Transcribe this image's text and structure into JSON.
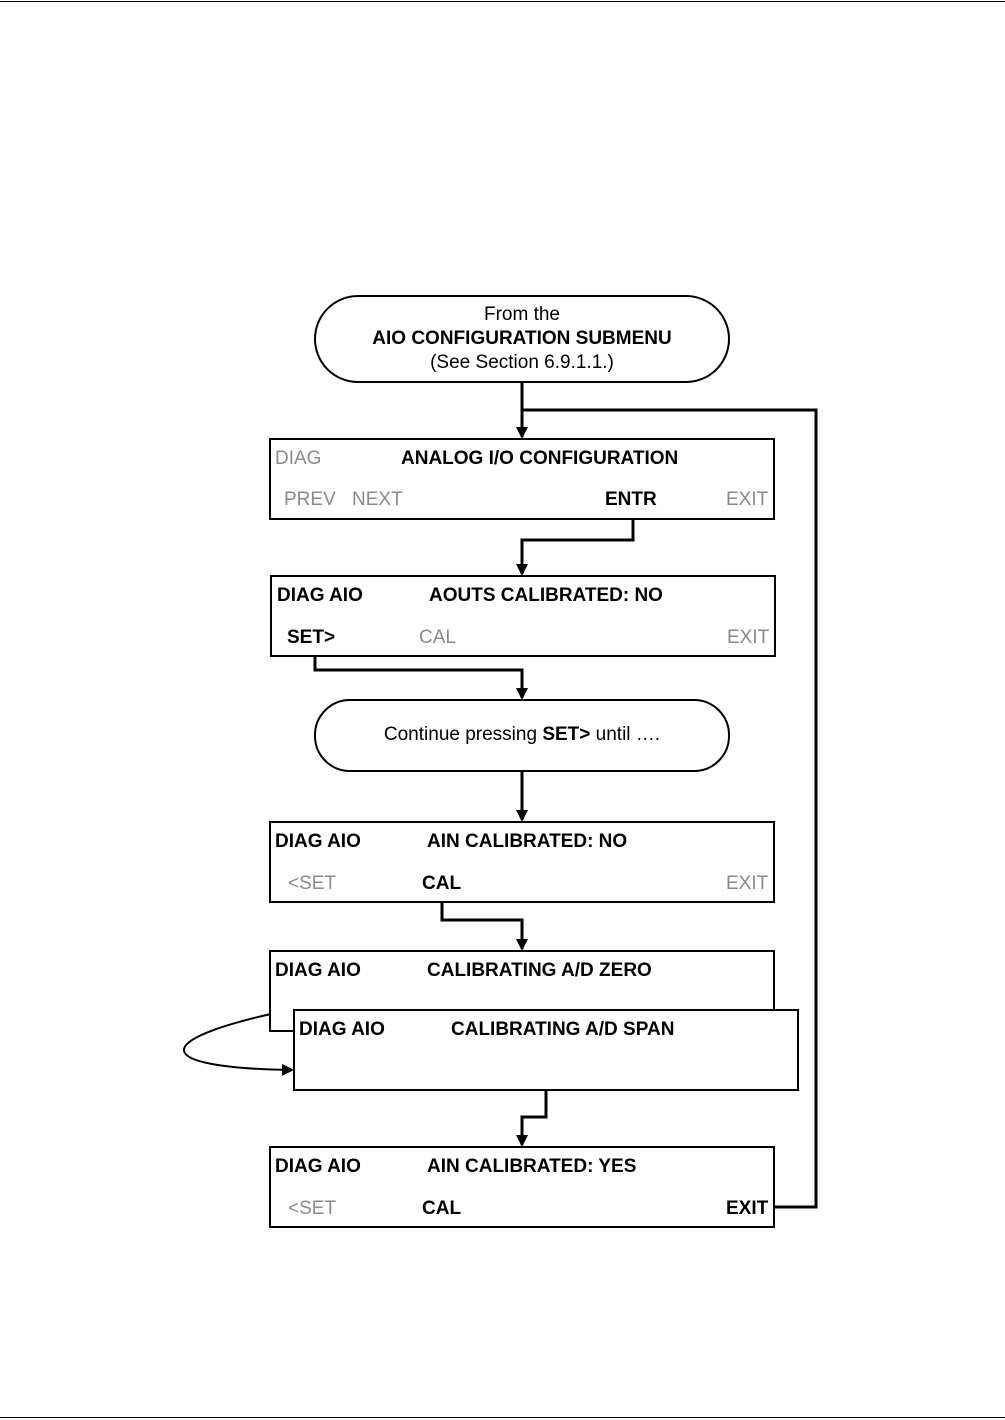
{
  "start": {
    "line1": "From the",
    "line2": "AIO CONFIGURATION SUBMENU",
    "line3": "(See Section 6.9.1.1.)"
  },
  "screens": {
    "analog_config": {
      "mode": "DIAG",
      "title": "ANALOG I/O CONFIGURATION",
      "prev": "PREV",
      "next": "NEXT",
      "entr": "ENTR",
      "exit": "EXIT"
    },
    "aouts": {
      "mode": "DIAG AIO",
      "title": "AOUTS CALIBRATED: NO",
      "set": "SET>",
      "cal": "CAL",
      "exit": "EXIT"
    },
    "ain_no": {
      "mode": "DIAG AIO",
      "title": "AIN CALIBRATED: NO",
      "set": "<SET",
      "cal": "CAL",
      "exit": "EXIT"
    },
    "cal_zero": {
      "mode": "DIAG AIO",
      "title": "CALIBRATING A/D   ZERO"
    },
    "cal_span": {
      "mode": "DIAG AIO",
      "title": "CALIBRATING A/D   SPAN"
    },
    "ain_yes": {
      "mode": "DIAG AIO",
      "title": "AIN CALIBRATED: YES",
      "set": "<SET",
      "cal": "CAL",
      "exit": "EXIT"
    }
  },
  "continue_note": {
    "prefix": "Continue pressing ",
    "key": "SET>",
    "suffix": " until …."
  }
}
